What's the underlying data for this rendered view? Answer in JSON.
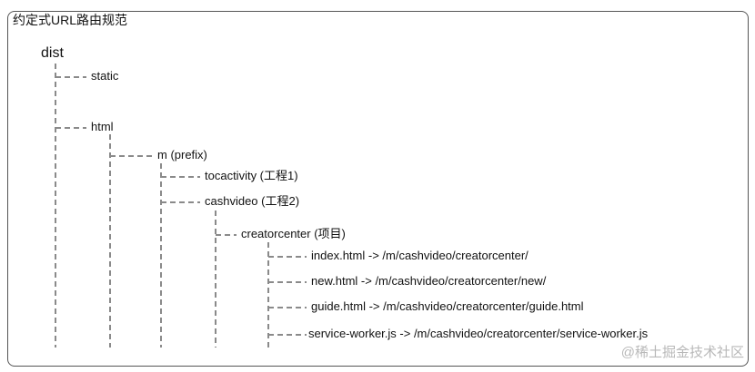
{
  "title": "约定式URL路由规范",
  "tree": {
    "root": "dist",
    "static": "static",
    "html": "html",
    "m": "m (prefix)",
    "tocactivity": "tocactivity (工程1)",
    "cashvideo": "cashvideo (工程2)",
    "creatorcenter": "creatorcenter (项目)",
    "index": "index.html -> /m/cashvideo/creatorcenter/",
    "new": "new.html -> /m/cashvideo/creatorcenter/new/",
    "guide": "guide.html -> /m/cashvideo/creatorcenter/guide.html",
    "sw": "service-worker.js -> /m/cashvideo/creatorcenter/service-worker.js"
  },
  "watermark": "@稀土掘金技术社区",
  "colors": {
    "connector": "#8a8a8a",
    "border": "#555555",
    "text": "#111111",
    "watermark": "#b8b8b8"
  }
}
